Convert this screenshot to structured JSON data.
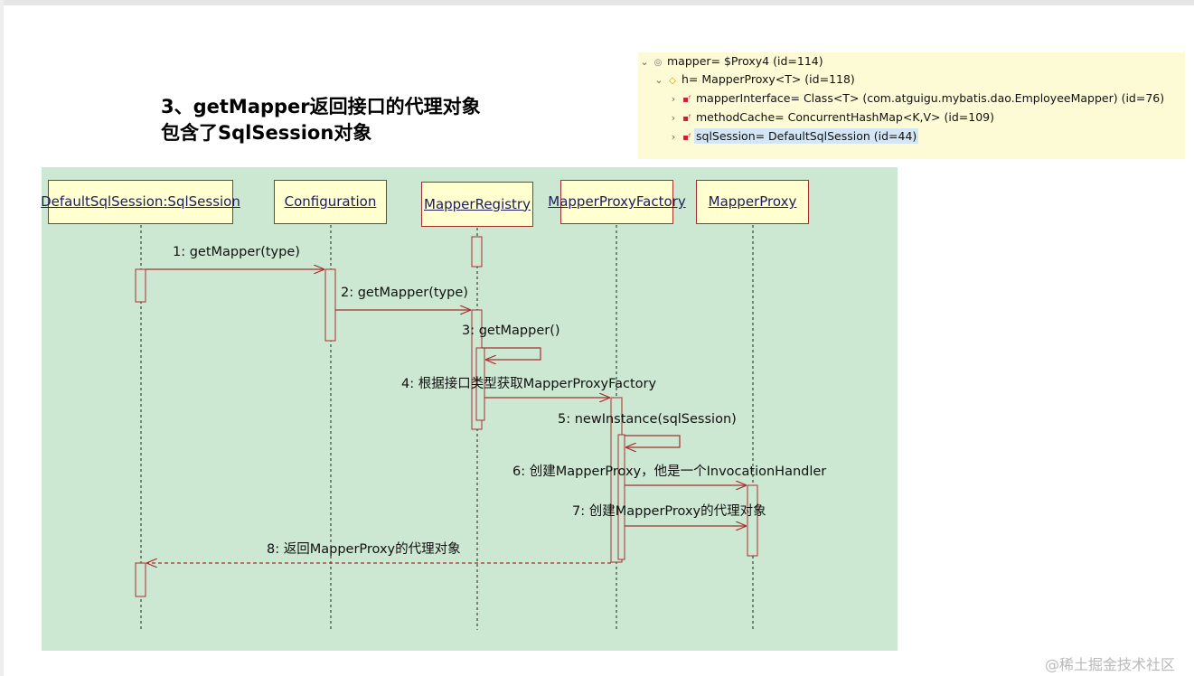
{
  "heading": {
    "line1": "3、getMapper返回接口的代理对象",
    "line2": "包含了SqlSession对象"
  },
  "debugger": {
    "rows": [
      {
        "twisty": "⌄",
        "icon": "circle",
        "text": "mapper= $Proxy4  (id=114)",
        "selected": false
      },
      {
        "twisty": "⌄",
        "icon": "diamond",
        "text": "h= MapperProxy<T>  (id=118)",
        "selected": false
      },
      {
        "twisty": "›",
        "icon": "field",
        "text": "mapperInterface= Class<T> (com.atguigu.mybatis.dao.EmployeeMapper) (id=76)",
        "selected": false
      },
      {
        "twisty": "›",
        "icon": "field",
        "text": "methodCache= ConcurrentHashMap<K,V>  (id=109)",
        "selected": false
      },
      {
        "twisty": "›",
        "icon": "field",
        "text": "sqlSession= DefaultSqlSession  (id=44)",
        "selected": true
      }
    ]
  },
  "diagram": {
    "lifelines": [
      {
        "label": "DefaultSqlSession:SqlSession"
      },
      {
        "label": "Configuration"
      },
      {
        "label": "MapperRegistry"
      },
      {
        "label": "MapperProxyFactory"
      },
      {
        "label": "MapperProxy"
      }
    ],
    "messages": [
      {
        "label": "1: getMapper(type)"
      },
      {
        "label": "2: getMapper(type)"
      },
      {
        "label": "3: getMapper()"
      },
      {
        "label": "4: 根据接口类型获取MapperProxyFactory"
      },
      {
        "label": "5: newInstance(sqlSession)"
      },
      {
        "label": "6: 创建MapperProxy，他是一个InvocationHandler"
      },
      {
        "label": "7: 创建MapperProxy的代理对象"
      },
      {
        "label": "8: 返回MapperProxy的代理对象"
      }
    ]
  },
  "watermark": "@稀土掘金技术社区",
  "colors": {
    "diagram_bg": "#cde8d2",
    "box_fill": "#ffffcf",
    "stroke": "#a3302e",
    "panel_bg": "#fdfbd5"
  }
}
